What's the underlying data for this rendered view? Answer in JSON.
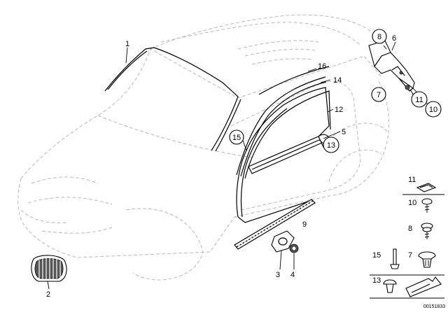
{
  "callouts": {
    "c1": "1",
    "c2": "2",
    "c3": "3",
    "c4": "4",
    "c5": "5",
    "c6": "6",
    "c7": "7",
    "c8": "8",
    "c9": "9",
    "c10": "10",
    "c11": "11",
    "c12": "12",
    "c13": "13",
    "c14": "14",
    "c15": "15",
    "c16": "16"
  },
  "legend": {
    "l11": "11",
    "l10": "10",
    "l8": "8",
    "l15": "15",
    "l7": "7",
    "l13": "13"
  },
  "diagram_id": "00151833",
  "colors": {
    "line": "#000000",
    "ghost": "#b8b8b8",
    "background": "#ffffff"
  }
}
